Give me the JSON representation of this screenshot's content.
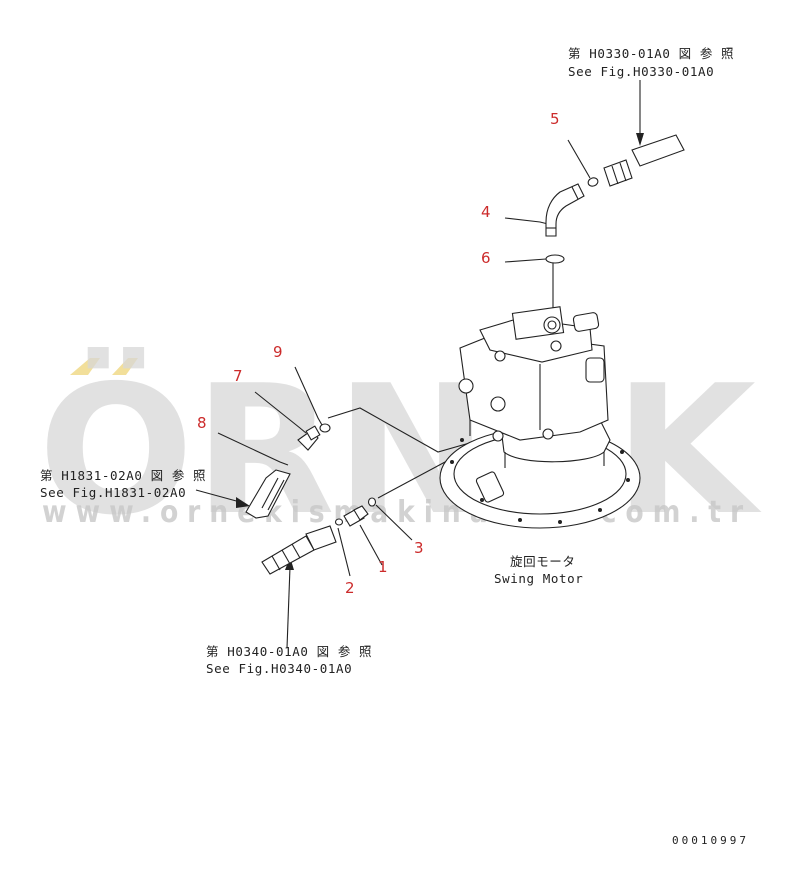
{
  "refs": {
    "top": {
      "jp": "第 H0330-01A0 図 参 照",
      "en": "See Fig.H0330-01A0"
    },
    "left": {
      "jp": "第 H1831-02A0 図 参 照",
      "en": "See Fig.H1831-02A0"
    },
    "bottom": {
      "jp": "第 H0340-01A0 図 参 照",
      "en": "See Fig.H0340-01A0"
    }
  },
  "motor_label": {
    "jp": "旋回モータ",
    "en": "Swing Motor"
  },
  "callouts": [
    "1",
    "2",
    "3",
    "4",
    "5",
    "6",
    "7",
    "8",
    "9"
  ],
  "figure_code": "00010997",
  "watermark": {
    "brand": "ÖRNEK",
    "url": "www.ornekismakinalari.com.tr"
  },
  "colors": {
    "callout": "#cc2b2b",
    "line": "#222222",
    "watermark": "#d8d8d8",
    "watermark_accent": "#f2df9a"
  }
}
